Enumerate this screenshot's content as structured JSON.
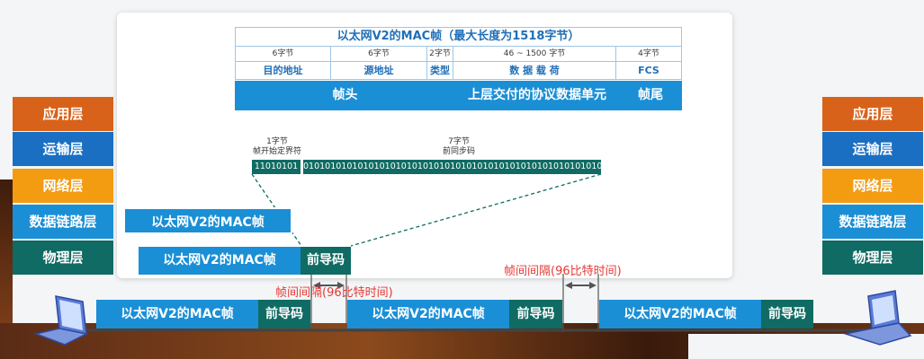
{
  "frame": {
    "title": "以太网V2的MAC帧（最大长度为1518字节）",
    "fields": [
      {
        "size": "6字节",
        "name": "目的地址"
      },
      {
        "size": "6字节",
        "name": "源地址"
      },
      {
        "size": "2字节",
        "name": "类型"
      },
      {
        "size": "46 ~ 1500 字节",
        "name": "数 据 载 荷"
      },
      {
        "size": "4字节",
        "name": "FCS"
      }
    ],
    "parts": {
      "head": "帧头",
      "payload": "上层交付的协议数据单元",
      "tail": "帧尾"
    }
  },
  "preamble": {
    "sfd_size": "1字节",
    "sfd_name": "帧开始定界符",
    "sfd_bits": "11010101",
    "sync_size": "7字节",
    "sync_name": "前同步码",
    "sync_bits": "01010101010101010101010101010101010101010101010101010101"
  },
  "layers": [
    "应用层",
    "运输层",
    "网络层",
    "数据链路层",
    "物理层"
  ],
  "mac_frame_label": "以太网V2的MAC帧",
  "preamble_label": "前导码",
  "gap_label": "帧间间隔(96比特时间)",
  "colors": {
    "mac_blue": "#1a8fd6",
    "preamble_teal": "#0f6b63",
    "app_orange": "#d9621a",
    "transport_blue": "#1a6fc2",
    "network_yellow": "#f39c12",
    "gap_red": "#e53935"
  },
  "icons": {
    "left_host": "laptop-icon",
    "right_host": "laptop-icon"
  }
}
